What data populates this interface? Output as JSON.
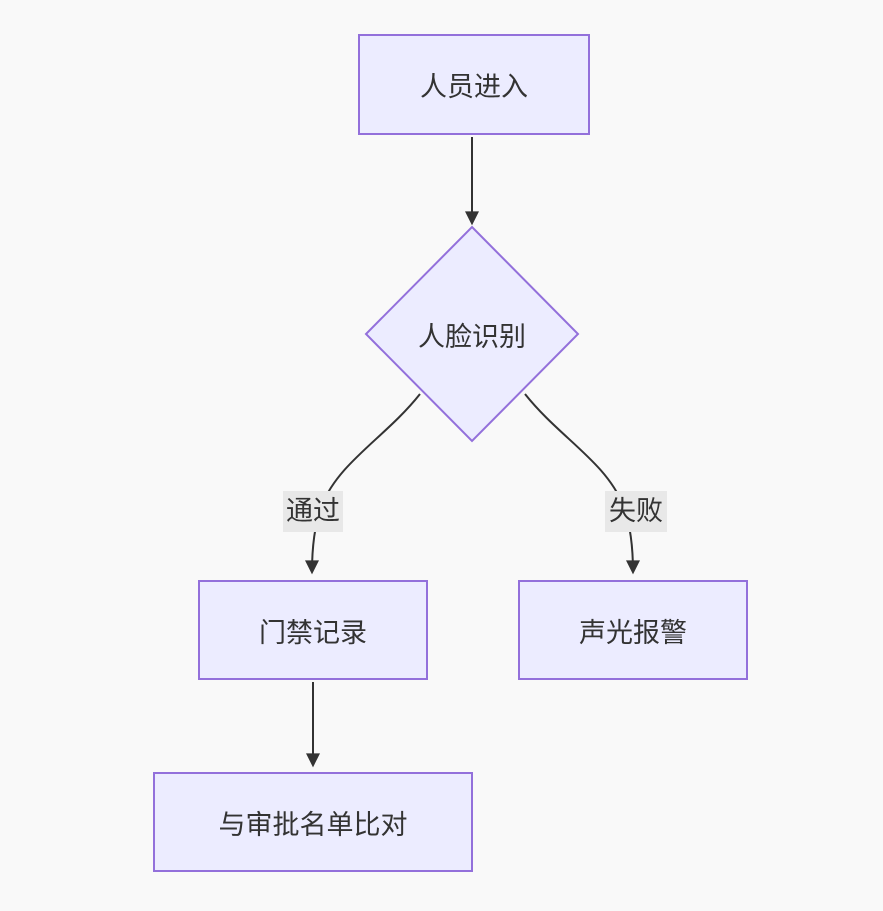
{
  "diagram": {
    "type": "flowchart",
    "direction": "top-down",
    "colors": {
      "background": "#f9f9f9",
      "node_fill": "#ECECFF",
      "node_border": "#9370DB",
      "edge_stroke": "#333333",
      "text": "#333333",
      "edge_label_background": "#e8e8e8"
    },
    "nodes": [
      {
        "id": "entry",
        "shape": "rect",
        "label": "人员进入"
      },
      {
        "id": "face-recognition",
        "shape": "diamond",
        "label": "人脸识别"
      },
      {
        "id": "access-record",
        "shape": "rect",
        "label": "门禁记录"
      },
      {
        "id": "sound-light-alarm",
        "shape": "rect",
        "label": "声光报警"
      },
      {
        "id": "compare-approval-list",
        "shape": "rect",
        "label": "与审批名单比对"
      }
    ],
    "edges": [
      {
        "from": "entry",
        "to": "face-recognition",
        "label": ""
      },
      {
        "from": "face-recognition",
        "to": "access-record",
        "label": "通过"
      },
      {
        "from": "face-recognition",
        "to": "sound-light-alarm",
        "label": "失败"
      },
      {
        "from": "access-record",
        "to": "compare-approval-list",
        "label": ""
      }
    ]
  }
}
